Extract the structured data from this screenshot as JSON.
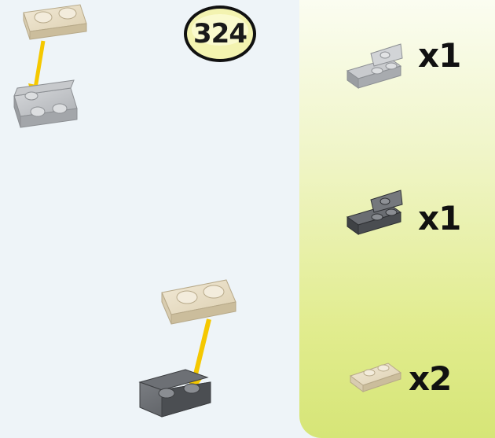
{
  "step": {
    "number": "324"
  },
  "parts": [
    {
      "name": "light-gray-bracket-1x2",
      "color": "#b9bbbe",
      "count": "x1"
    },
    {
      "name": "dark-gray-bracket-1x2",
      "color": "#5d5f63",
      "count": "x1"
    },
    {
      "name": "tan-plate-1x2",
      "color": "#e6dcc4",
      "count": "x2"
    }
  ],
  "colors": {
    "arrow": "#f5c800",
    "tan": "#e6dcc4",
    "light_gray": "#b9bbbe",
    "dark_gray": "#5d5f63",
    "badge": "#f3f3b0"
  }
}
